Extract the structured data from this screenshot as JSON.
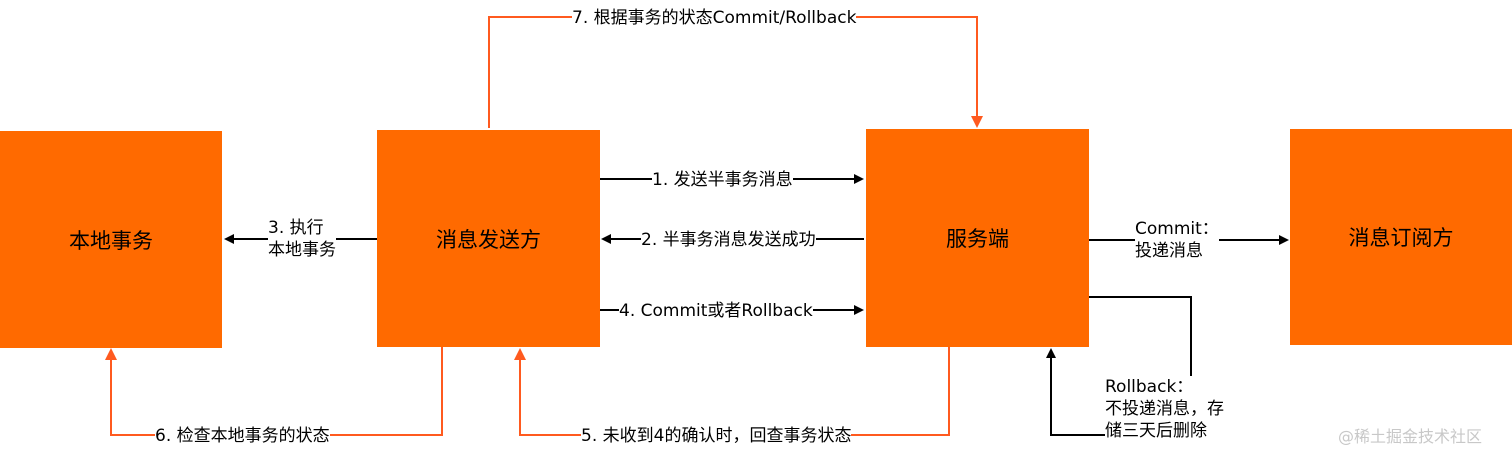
{
  "colors": {
    "box_fill": "#ff6a00",
    "orange_line": "#ff5a1f",
    "black_line": "#000000"
  },
  "nodes": {
    "local_tx": "本地事务",
    "producer": "消息发送方",
    "server": "服务端",
    "subscriber": "消息订阅方"
  },
  "edges": {
    "step1": "1. 发送半事务消息",
    "step2": "2. 半事务消息发送成功",
    "step3": "3. 执行\n本地事务",
    "step4": "4. Commit或者Rollback",
    "step5": "5. 未收到4的确认时，回查事务状态",
    "step6": "6. 检查本地事务的状态",
    "step7": "7. 根据事务的状态Commit/Rollback",
    "commit": "Commit：\n投递消息",
    "rollback": "Rollback：\n不投递消息，存\n储三天后删除"
  },
  "watermark": "@稀土掘金技术社区"
}
